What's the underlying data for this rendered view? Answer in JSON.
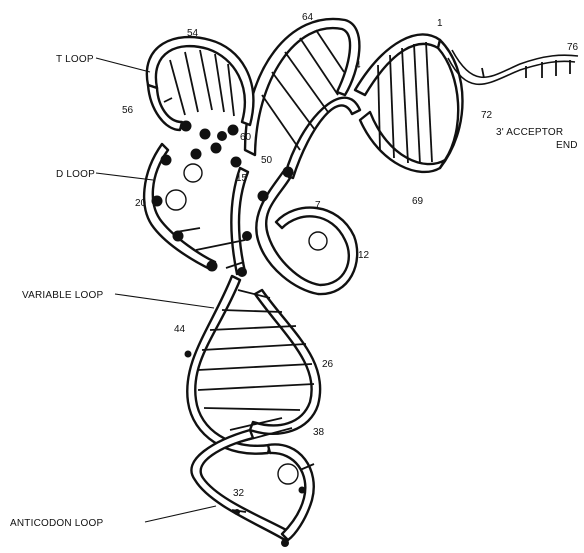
{
  "labels": {
    "t_loop": "T LOOP",
    "d_loop": "D LOOP",
    "variable_loop": "VARIABLE LOOP",
    "anticodon_loop": "ANTICODON LOOP",
    "acceptor_line1": "3' ACCEPTOR",
    "acceptor_line2": "END"
  },
  "numbers": {
    "n1": "1",
    "n4": "4",
    "n7": "7",
    "n12": "12",
    "n15": "15",
    "n20": "20",
    "n26": "26",
    "n32": "32",
    "n38": "38",
    "n44": "44",
    "n50": "50",
    "n54": "54",
    "n56": "56",
    "n60": "60",
    "n64": "64",
    "n69": "69",
    "n72": "72",
    "n76": "76"
  }
}
